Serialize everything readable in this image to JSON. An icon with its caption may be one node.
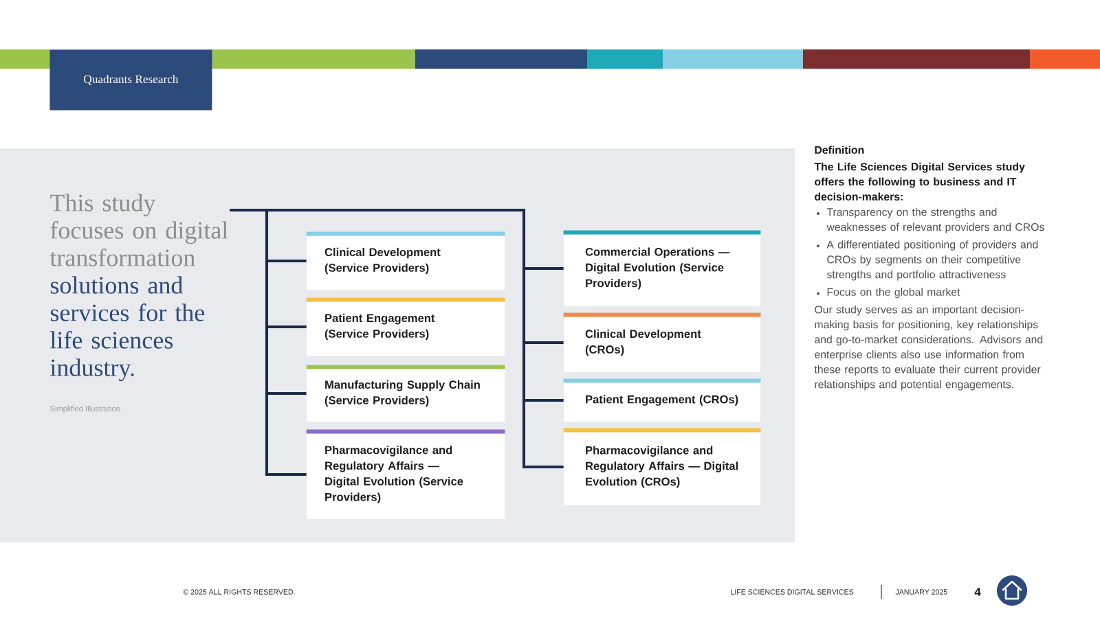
{
  "diagram": {
    "nodes": [
      {
        "text": [
          "Quadrants Research"
        ]
      },
      {
        "text": [
          "This study focuses on digital transformation",
          "solutions and services for the life sciences industry."
        ]
      },
      {
        "text": [
          "Clinical Development (Service Providers)"
        ]
      },
      {
        "text": [
          "Patient Engagement (Service Providers)"
        ]
      },
      {
        "text": [
          "Manufacturing Supply Chain (Service Providers)"
        ]
      },
      {
        "text": [
          "Pharmacovigilance and Regulatory Affairs — Digital Evolution (Service Providers)"
        ]
      },
      {
        "text": [
          "Commercial Operations — Digital Evolution (Service Providers)"
        ]
      },
      {
        "text": [
          "Clinical Development (CROs)"
        ]
      },
      {
        "text": [
          "Patient Engagement (CROs)"
        ]
      },
      {
        "text": [
          "Pharmacovigilance and Regulatory Affairs — Digital Evolution (CROs)"
        ]
      }
    ],
    "edges": [
      {
        "from": 1,
        "to": 2,
        "arrow": "none"
      },
      {
        "from": 1,
        "to": 3,
        "arrow": "none"
      },
      {
        "from": 1,
        "to": 4,
        "arrow": "none"
      },
      {
        "from": 1,
        "to": 5,
        "arrow": "none"
      },
      {
        "from": 1,
        "to": 6,
        "arrow": "none"
      },
      {
        "from": 1,
        "to": 7,
        "arrow": "none"
      },
      {
        "from": 1,
        "to": 8,
        "arrow": "none"
      },
      {
        "from": 1,
        "to": 9,
        "arrow": "none"
      }
    ],
    "labels": [
      "Simplified Illustration",
      "Definition",
      "The Life Sciences Digital Services study offers the following to business and IT decision-makers:",
      "Transparency on the strengths and weaknesses of relevant providers and CROs",
      "A differentiated positioning of providers and CROs by segments on their competitive strengths and portfolio attractiveness",
      "Focus on the global market",
      "Our study serves as an important decision-making basis for positioning, key relationships and go-to-market considerations. Advisors and enterprise clients also use information from these reports to evaluate their current provider relationships and potential engagements.",
      "© 2025 ALL RIGHTS RESERVED.",
      "LIFE SCIENCES DIGITAL SERVICES",
      "JANUARY 2025",
      "4"
    ]
  }
}
